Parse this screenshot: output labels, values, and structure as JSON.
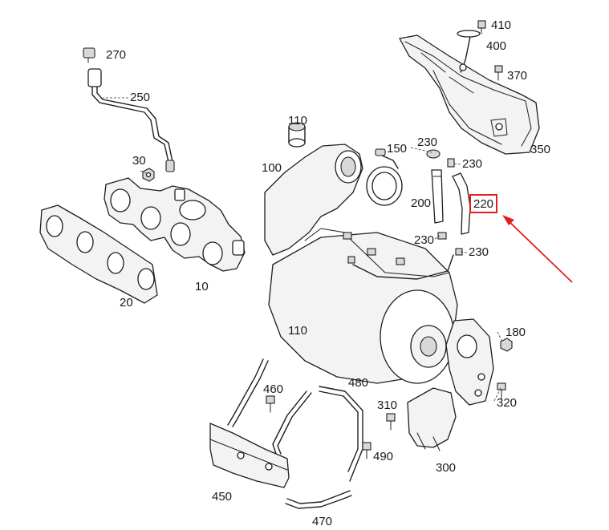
{
  "diagram": {
    "highlighted_part": "220",
    "accent_color": "#e21e1e",
    "parts": [
      {
        "id": "p410",
        "label": "410"
      },
      {
        "id": "p400",
        "label": "400"
      },
      {
        "id": "p370",
        "label": "370"
      },
      {
        "id": "p350",
        "label": "350"
      },
      {
        "id": "p270",
        "label": "270"
      },
      {
        "id": "p250",
        "label": "250"
      },
      {
        "id": "p110",
        "label": "110"
      },
      {
        "id": "p150",
        "label": "150"
      },
      {
        "id": "p230a",
        "label": "230"
      },
      {
        "id": "p230b",
        "label": "230"
      },
      {
        "id": "p100",
        "label": "100"
      },
      {
        "id": "p30",
        "label": "30"
      },
      {
        "id": "p200",
        "label": "200"
      },
      {
        "id": "p220",
        "label": "220"
      },
      {
        "id": "p230c",
        "label": "230"
      },
      {
        "id": "p230d",
        "label": "230"
      },
      {
        "id": "p10",
        "label": "10"
      },
      {
        "id": "p20",
        "label": "20"
      },
      {
        "id": "p110b",
        "label": "110"
      },
      {
        "id": "p180",
        "label": "180"
      },
      {
        "id": "p460",
        "label": "460"
      },
      {
        "id": "p480",
        "label": "480"
      },
      {
        "id": "p310",
        "label": "310"
      },
      {
        "id": "p320",
        "label": "320"
      },
      {
        "id": "p490",
        "label": "490"
      },
      {
        "id": "p300",
        "label": "300"
      },
      {
        "id": "p450",
        "label": "450"
      },
      {
        "id": "p470",
        "label": "470"
      }
    ]
  }
}
